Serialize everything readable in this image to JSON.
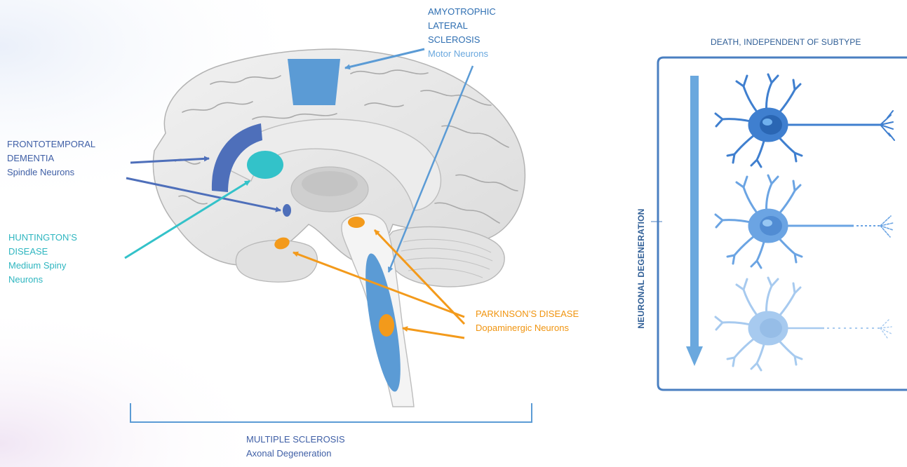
{
  "labels": {
    "ftd": {
      "title1": "FRONTOTEMPORAL",
      "title2": "DEMENTIA",
      "neurons": "Spindle Neurons"
    },
    "hd": {
      "title1": "HUNTINGTON’S",
      "title2": "DISEASE",
      "neurons1": "Medium Spiny",
      "neurons2": "Neurons"
    },
    "als": {
      "title1": "AMYOTROPHIC",
      "title2": "LATERAL",
      "title3": "SCLEROSIS",
      "neurons": "Motor Neurons"
    },
    "pd": {
      "title": "PARKINSON’S DISEASE",
      "neurons": "Dopaminergic Neurons"
    },
    "ms": {
      "title": "MULTIPLE SCLEROSIS",
      "subtitle": "Axonal Degeneration"
    }
  },
  "panel": {
    "title": "DEATH, INDEPENDENT OF SUBTYPE",
    "axis_label": "NEURONAL DEGENERATION",
    "neurons": [
      {
        "stage": "healthy",
        "opacity": 1.0
      },
      {
        "stage": "degenerating",
        "opacity": 0.8
      },
      {
        "stage": "dying",
        "opacity": 0.45
      }
    ]
  },
  "colors": {
    "ftd": "#4e6fba",
    "hd": "#33c2c9",
    "als": "#5b9bd5",
    "pd": "#f39a1b",
    "ms": "#4e6fba",
    "neuron": "#4a90d9",
    "panel_border": "#4a7fc1"
  },
  "icons": [
    "brain-sagittal-illustration",
    "neuron-icon"
  ]
}
